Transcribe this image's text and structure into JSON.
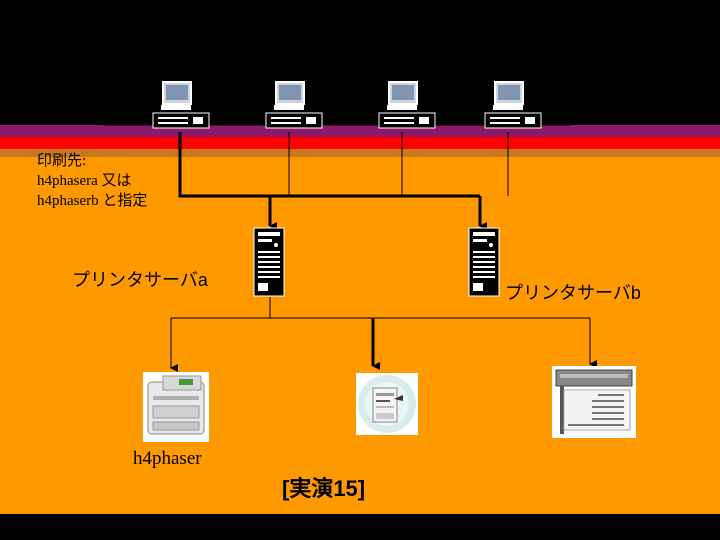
{
  "note": {
    "line1": "印刷先:",
    "line2": "h4phasera 又は",
    "line3": "h4phaserb と指定"
  },
  "servers": {
    "a_label": "プリンタサーバa",
    "b_label": "プリンタサーバb"
  },
  "printers": {
    "first_label": "h4phaser"
  },
  "demo_label": "[実演15]",
  "icons": {
    "client": "computer-terminal-icon",
    "server": "tower-server-icon",
    "printer1": "laser-printer-icon",
    "printer2": "printer-icon",
    "printer3": "large-format-plotter-icon"
  },
  "colors": {
    "background": "#ff9900",
    "top_band": "#000000",
    "purple_band": "#8b1a6b",
    "red_band": "#ff0000"
  }
}
